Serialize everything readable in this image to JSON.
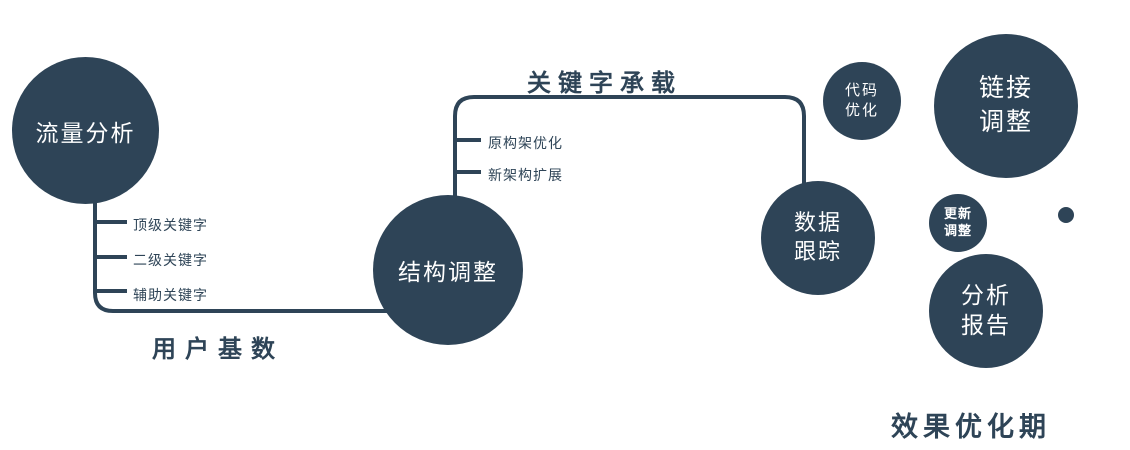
{
  "colors": {
    "primary": "#2e4457",
    "text_on_node": "#ffffff",
    "background": "#ffffff"
  },
  "nodes": {
    "traffic_analysis": {
      "label": "流量分析"
    },
    "structure_adjust": {
      "label": "结构调整"
    },
    "data_tracking": {
      "lines": [
        "数据",
        "跟踪"
      ]
    },
    "code_optimize": {
      "lines": [
        "代码",
        "优化"
      ]
    },
    "link_adjust": {
      "lines": [
        "链接",
        "调整"
      ]
    },
    "update_adjust": {
      "lines": [
        "更新",
        "调整"
      ]
    },
    "analysis_report": {
      "lines": [
        "分析",
        "报告"
      ]
    }
  },
  "edge_labels": {
    "user_base": "用户基数",
    "keyword_carry": "关键字承载"
  },
  "branches": {
    "traffic": [
      "顶级关键字",
      "二级关键字",
      "辅助关键字"
    ],
    "structure": [
      "原构架优化",
      "新架构扩展"
    ]
  },
  "caption": "效果优化期"
}
